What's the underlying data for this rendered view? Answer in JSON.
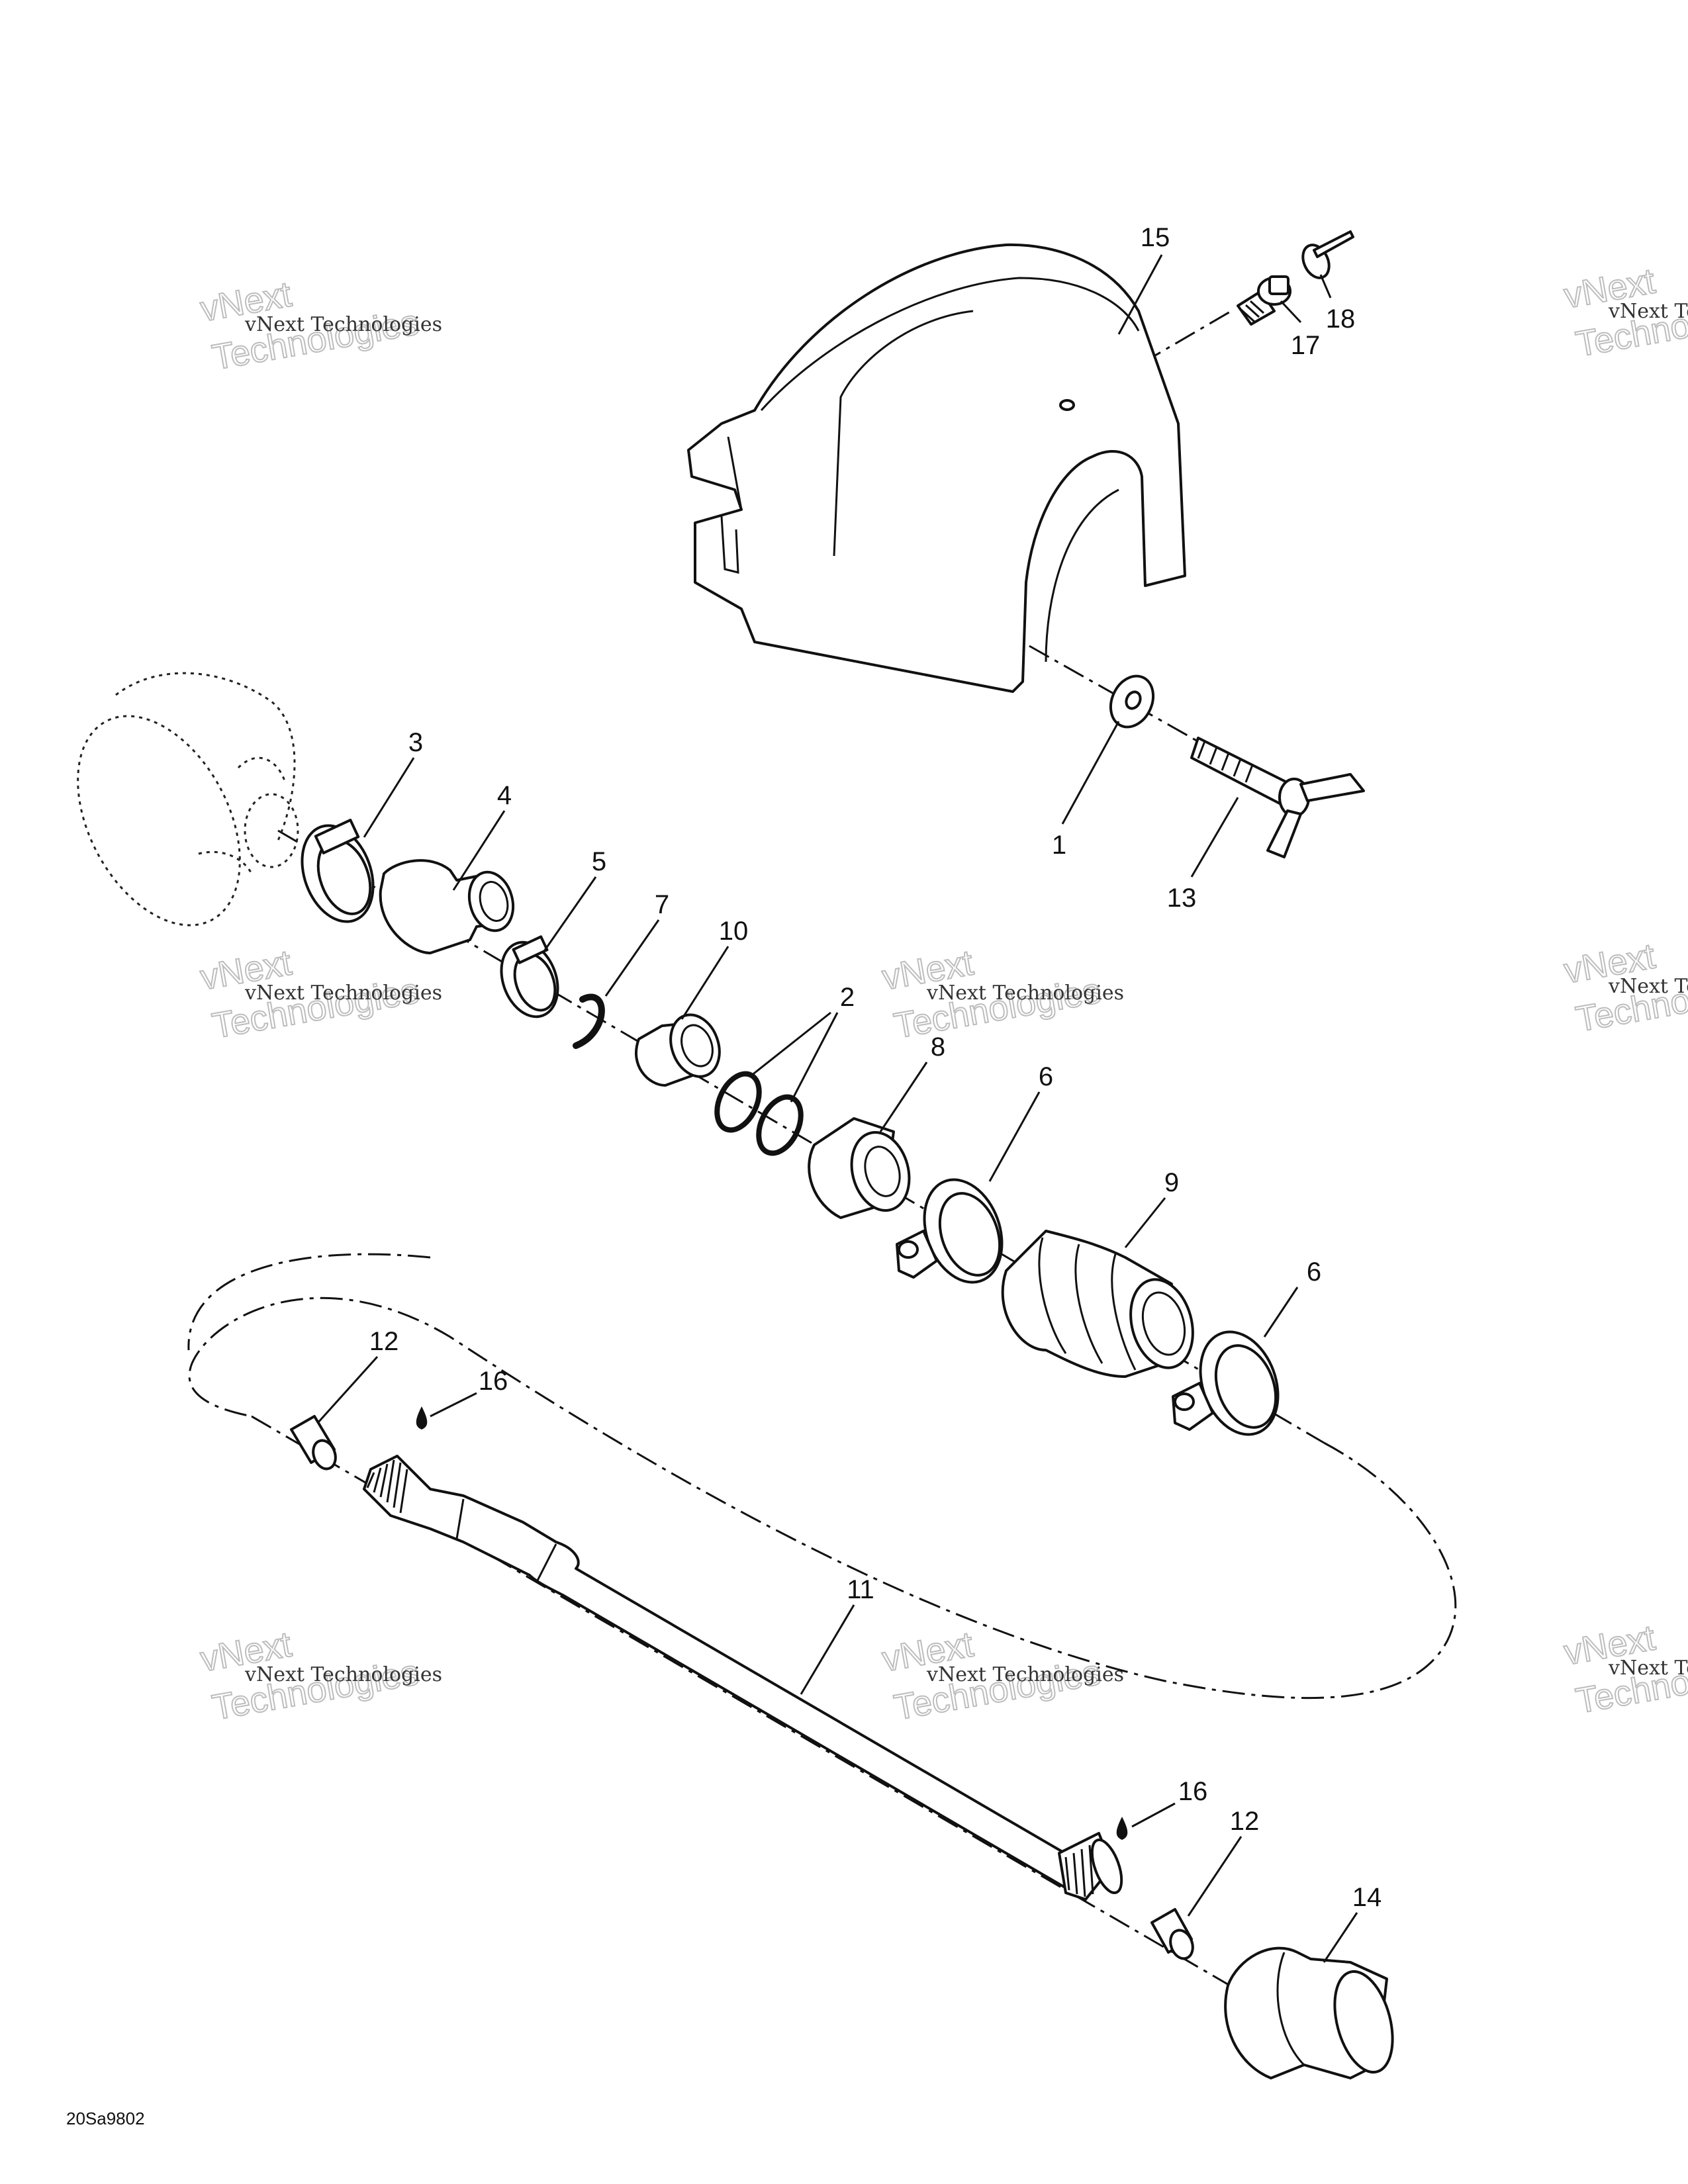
{
  "callouts": [
    {
      "id": "c15",
      "label": "15"
    },
    {
      "id": "c17",
      "label": "17"
    },
    {
      "id": "c18",
      "label": "18"
    },
    {
      "id": "c1",
      "label": "1"
    },
    {
      "id": "c13",
      "label": "13"
    },
    {
      "id": "c3",
      "label": "3"
    },
    {
      "id": "c4",
      "label": "4"
    },
    {
      "id": "c5",
      "label": "5"
    },
    {
      "id": "c7",
      "label": "7"
    },
    {
      "id": "c10",
      "label": "10"
    },
    {
      "id": "c2",
      "label": "2"
    },
    {
      "id": "c8",
      "label": "8"
    },
    {
      "id": "c6a",
      "label": "6"
    },
    {
      "id": "c9",
      "label": "9"
    },
    {
      "id": "c6b",
      "label": "6"
    },
    {
      "id": "c12a",
      "label": "12"
    },
    {
      "id": "c16a",
      "label": "16"
    },
    {
      "id": "c11",
      "label": "11"
    },
    {
      "id": "c16b",
      "label": "16"
    },
    {
      "id": "c12b",
      "label": "12"
    },
    {
      "id": "c14",
      "label": "14"
    }
  ],
  "watermark": {
    "line1": "vNext Technologies",
    "word1": "vNext",
    "word2": "Technologies"
  },
  "figure_id": "20Sa9802"
}
